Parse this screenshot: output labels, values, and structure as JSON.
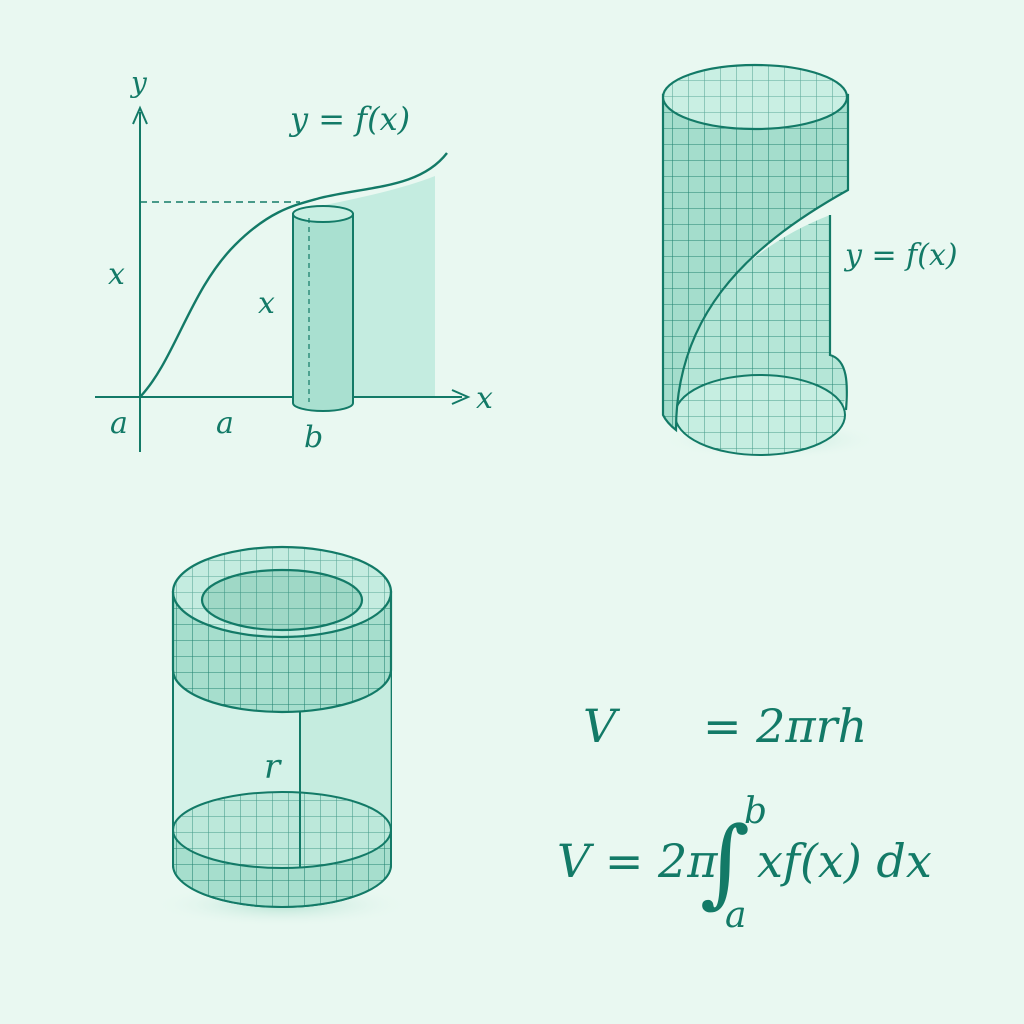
{
  "colors": {
    "background": "#e9f8f1",
    "ink": "#137a67",
    "fill_light": "#c4ece0",
    "fill_mid": "#a9e0d0",
    "fill_dark": "#8fd3c0"
  },
  "graph": {
    "y_axis_label": "y",
    "x_axis_label": "x",
    "curve_label": "y = f(x)",
    "left_height_label": "x",
    "shell_height_label": "x",
    "origin_label": "a",
    "x_tick_a": "a",
    "x_tick_b": "b"
  },
  "swept_solid": {
    "curve_label": "y = f(x)"
  },
  "shell": {
    "radius_label": "r"
  },
  "formulas": {
    "shell_volume": {
      "lhs": "V",
      "rhs": "= 2πrh"
    },
    "integral_volume": {
      "prefix": "V = 2π",
      "integral_sign": "∫",
      "upper_limit": "b",
      "lower_limit": "a",
      "integrand": "xf(x) dx"
    }
  }
}
